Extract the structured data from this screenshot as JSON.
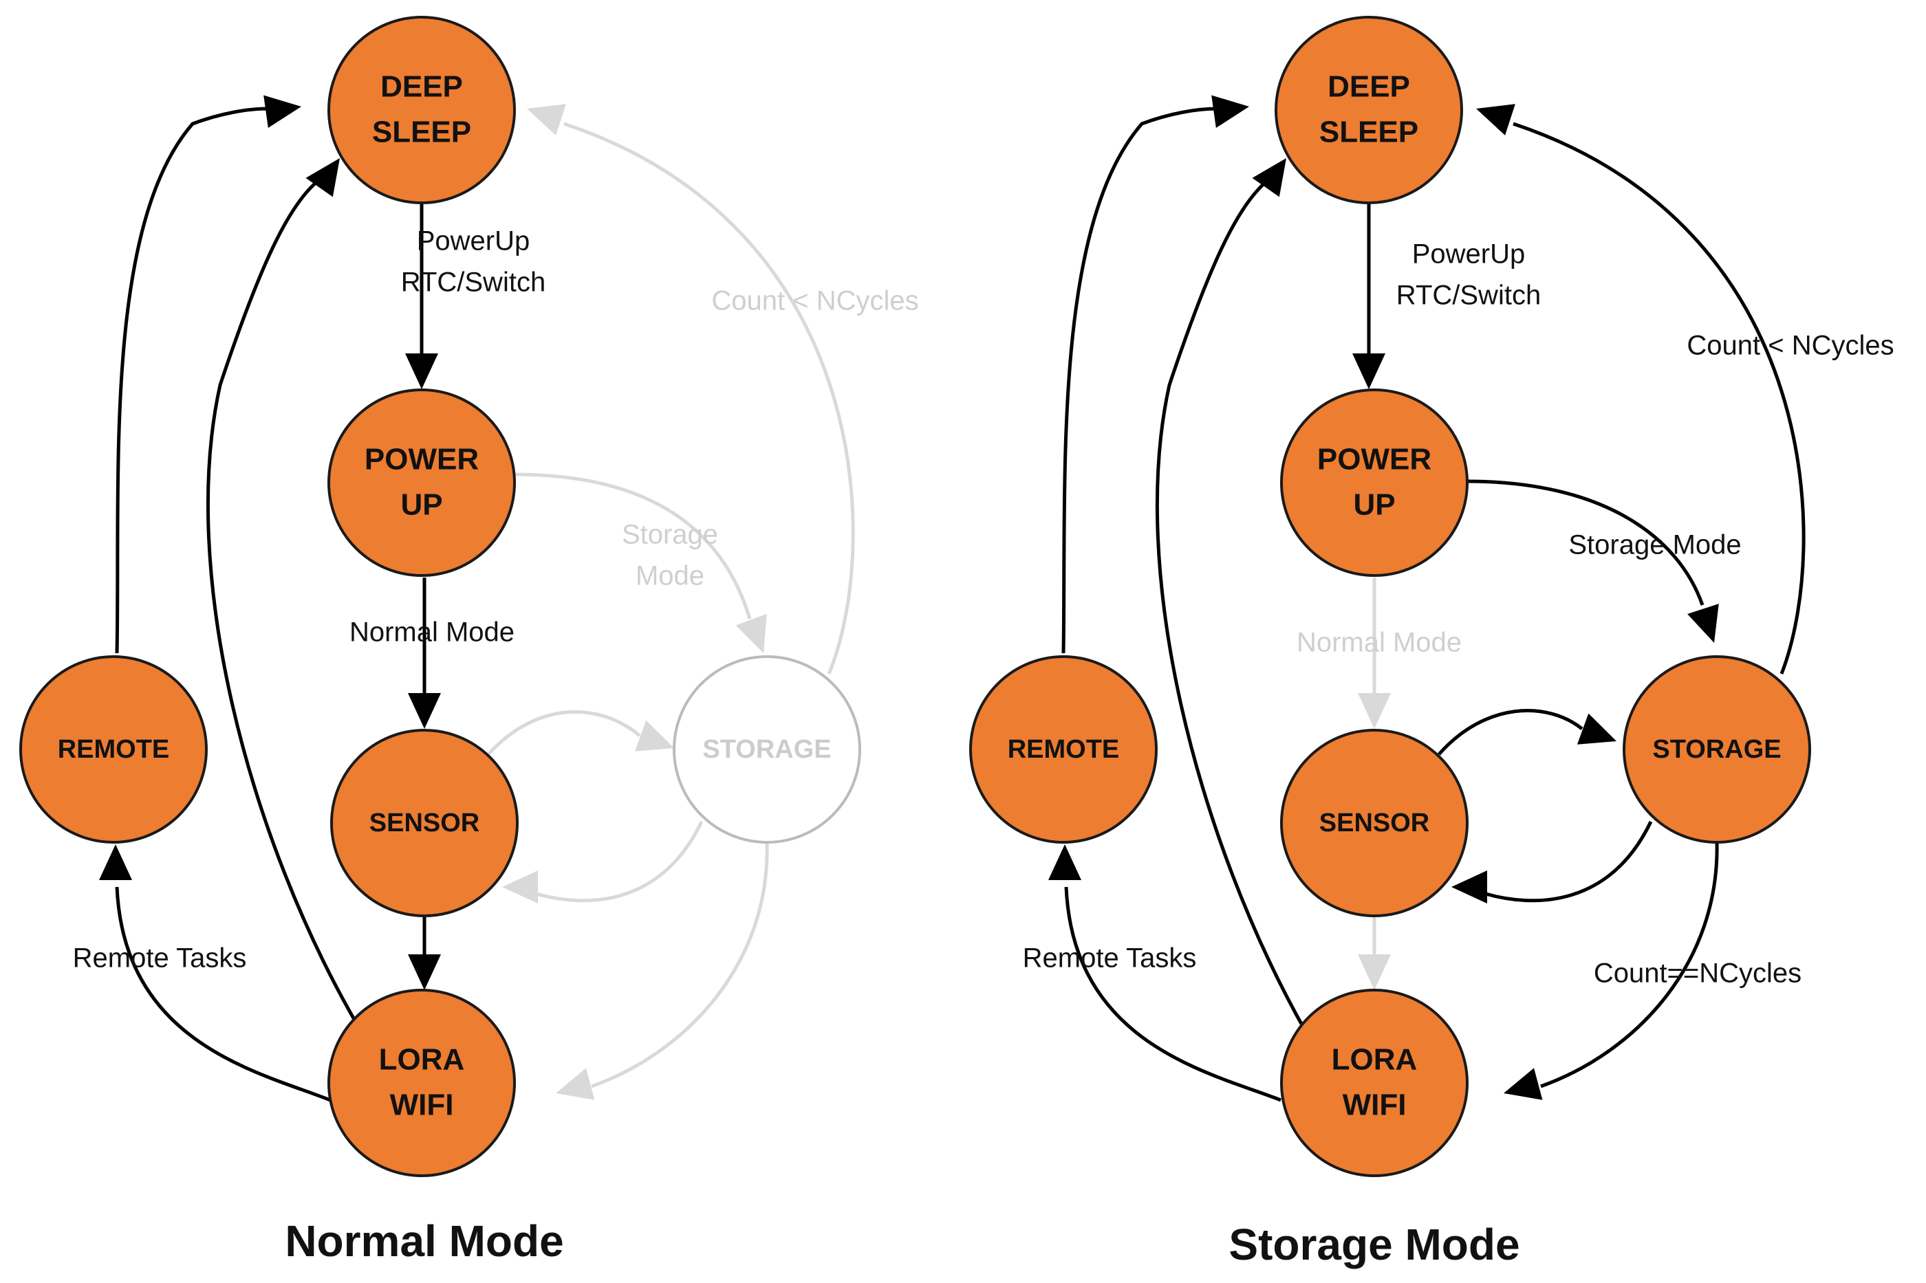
{
  "colors": {
    "node_fill": "#ED7D31",
    "node_stroke": "#1a1a1a",
    "inactive_node_fill": "#ffffff",
    "inactive_node_stroke": "#bbbbbb",
    "inactive_node_text": "#cccccc",
    "active_edge": "#000000",
    "inactive_edge": "#d9d9d9",
    "text": "#111111"
  },
  "panels": [
    {
      "id": "normal",
      "title": "Normal Mode",
      "nodes": [
        {
          "id": "deep_sleep",
          "lines": [
            "DEEP",
            "SLEEP"
          ],
          "active": true
        },
        {
          "id": "power_up",
          "lines": [
            "POWER",
            "UP"
          ],
          "active": true
        },
        {
          "id": "sensor",
          "lines": [
            "SENSOR"
          ],
          "active": true
        },
        {
          "id": "lora_wifi",
          "lines": [
            "LORA",
            "WIFI"
          ],
          "active": true
        },
        {
          "id": "remote",
          "lines": [
            "REMOTE"
          ],
          "active": true
        },
        {
          "id": "storage",
          "lines": [
            "STORAGE"
          ],
          "active": false
        }
      ],
      "edges": [
        {
          "id": "sleep_to_power",
          "label": [
            "PowerUp",
            "RTC/Switch"
          ],
          "active": true
        },
        {
          "id": "power_to_sensor",
          "label": [
            "Normal Mode"
          ],
          "active": true
        },
        {
          "id": "sensor_to_lora",
          "label": [],
          "active": true
        },
        {
          "id": "lora_to_remote",
          "label": [
            "Remote Tasks"
          ],
          "active": true
        },
        {
          "id": "remote_to_sleep",
          "label": [],
          "active": true
        },
        {
          "id": "lora_to_sleep",
          "label": [],
          "active": true
        },
        {
          "id": "power_to_storage",
          "label": [
            "Storage",
            "Mode"
          ],
          "active": false
        },
        {
          "id": "storage_to_sleep",
          "label": [
            "Count < NCycles"
          ],
          "active": false
        },
        {
          "id": "sensor_to_storage",
          "label": [],
          "active": false
        },
        {
          "id": "storage_to_sensor",
          "label": [],
          "active": false
        },
        {
          "id": "storage_to_lora",
          "label": [],
          "active": false
        }
      ]
    },
    {
      "id": "storage",
      "title": "Storage Mode",
      "nodes": [
        {
          "id": "deep_sleep",
          "lines": [
            "DEEP",
            "SLEEP"
          ],
          "active": true
        },
        {
          "id": "power_up",
          "lines": [
            "POWER",
            "UP"
          ],
          "active": true
        },
        {
          "id": "sensor",
          "lines": [
            "SENSOR"
          ],
          "active": true
        },
        {
          "id": "lora_wifi",
          "lines": [
            "LORA",
            "WIFI"
          ],
          "active": true
        },
        {
          "id": "remote",
          "lines": [
            "REMOTE"
          ],
          "active": true
        },
        {
          "id": "storage",
          "lines": [
            "STORAGE"
          ],
          "active": true
        }
      ],
      "edges": [
        {
          "id": "sleep_to_power",
          "label": [
            "PowerUp",
            "RTC/Switch"
          ],
          "active": true
        },
        {
          "id": "power_to_sensor",
          "label": [
            "Normal Mode"
          ],
          "active": false
        },
        {
          "id": "sensor_to_lora",
          "label": [],
          "active": false
        },
        {
          "id": "lora_to_remote",
          "label": [
            "Remote Tasks"
          ],
          "active": true
        },
        {
          "id": "remote_to_sleep",
          "label": [],
          "active": true
        },
        {
          "id": "lora_to_sleep",
          "label": [],
          "active": true
        },
        {
          "id": "power_to_storage",
          "label": [
            "Storage Mode"
          ],
          "active": true
        },
        {
          "id": "storage_to_sleep",
          "label": [
            "Count < NCycles"
          ],
          "active": true
        },
        {
          "id": "sensor_to_storage",
          "label": [],
          "active": true
        },
        {
          "id": "storage_to_sensor",
          "label": [],
          "active": true
        },
        {
          "id": "storage_to_lora",
          "label": [
            "Count==NCycles"
          ],
          "active": true
        }
      ]
    }
  ]
}
